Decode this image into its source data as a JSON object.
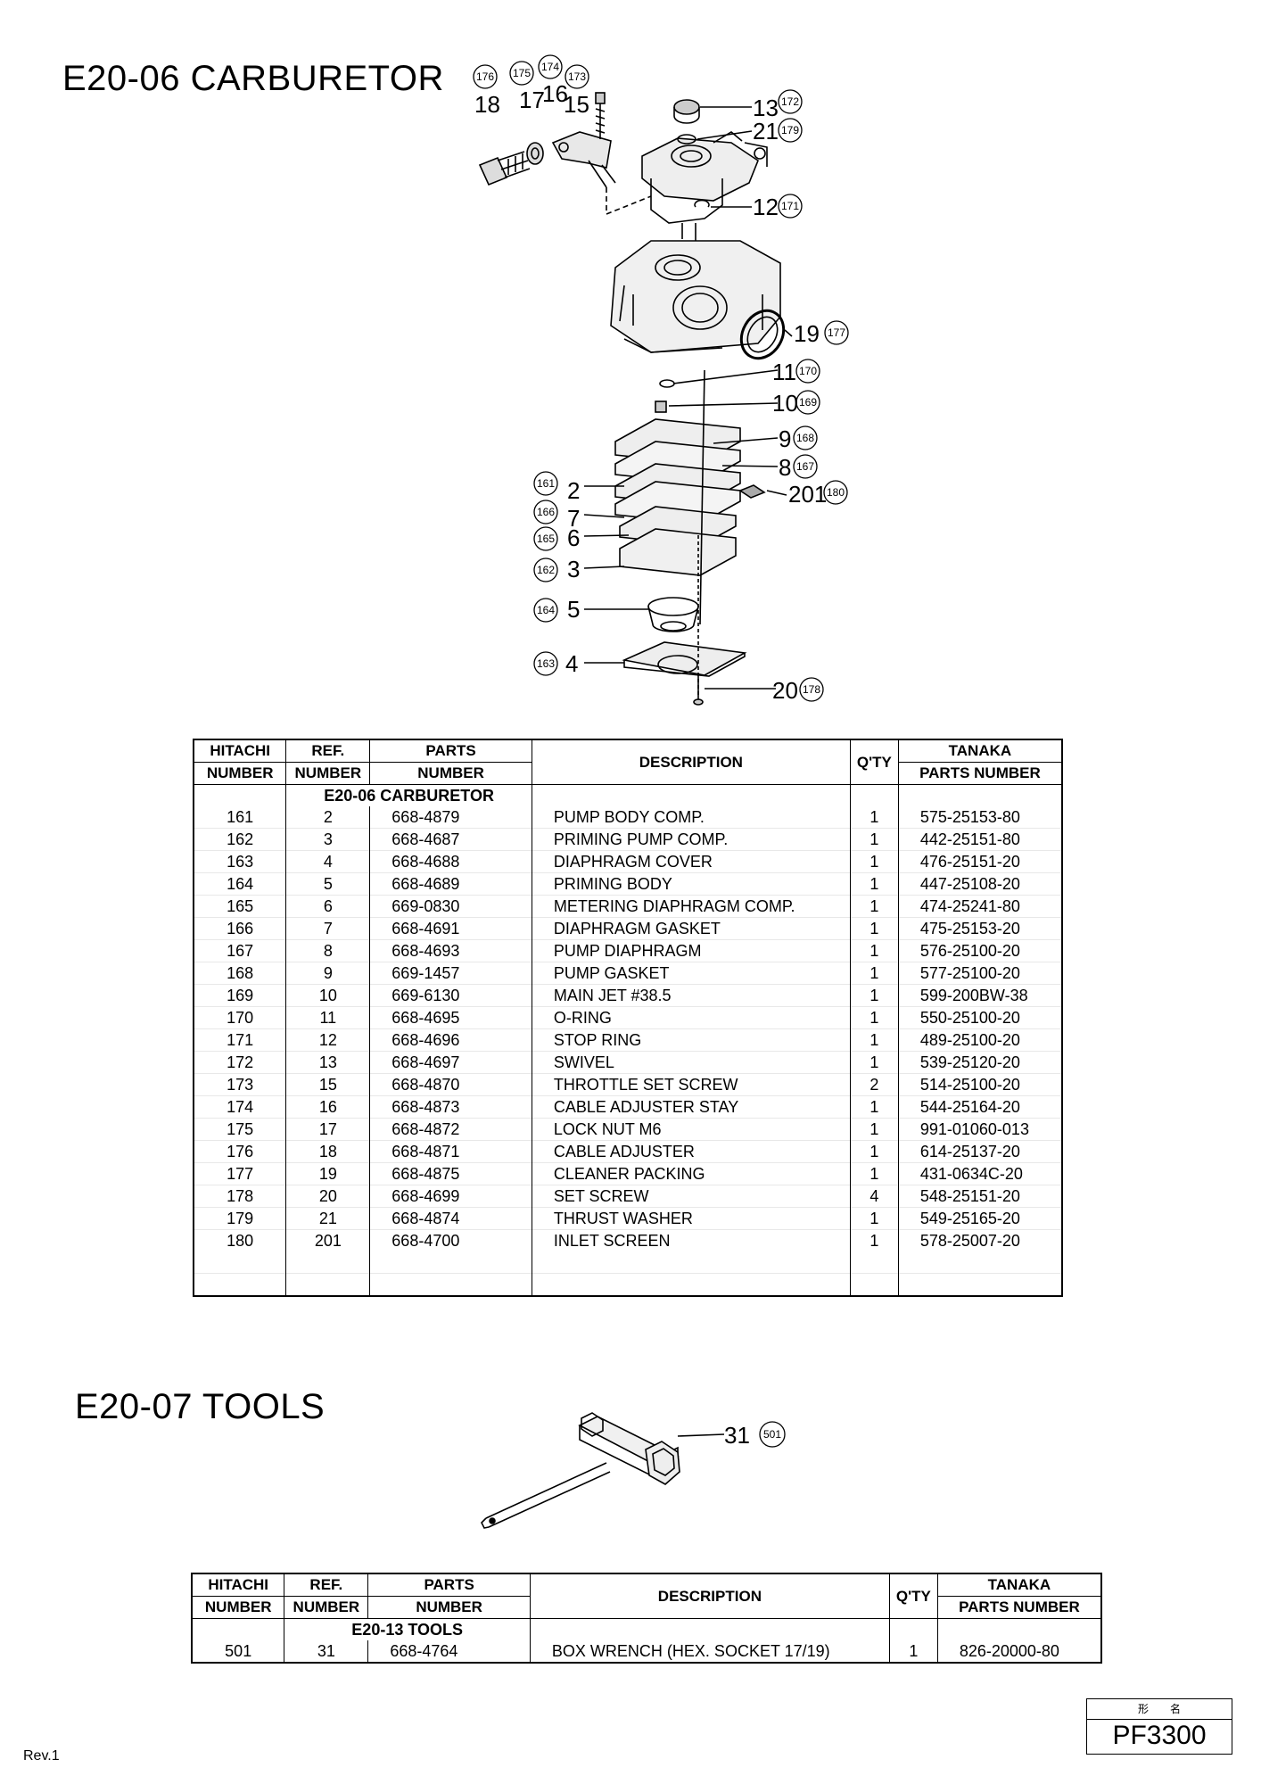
{
  "carb": {
    "title": "E20-06 CARBURETOR",
    "headers": {
      "hitachi1": "HITACHI",
      "hitachi2": "NUMBER",
      "ref1": "REF.",
      "ref2": "NUMBER",
      "parts1": "PARTS",
      "parts2": "NUMBER",
      "desc": "DESCRIPTION",
      "qty": "Q'TY",
      "tanaka1": "TANAKA",
      "tanaka2": "PARTS NUMBER"
    },
    "section": "E20-06  CARBURETOR",
    "rows": [
      [
        "161",
        "2",
        "668-4879",
        "PUMP BODY COMP.",
        "1",
        "575-25153-80"
      ],
      [
        "162",
        "3",
        "668-4687",
        "PRIMING PUMP COMP.",
        "1",
        "442-25151-80"
      ],
      [
        "163",
        "4",
        "668-4688",
        "DIAPHRAGM COVER",
        "1",
        "476-25151-20"
      ],
      [
        "164",
        "5",
        "668-4689",
        "PRIMING BODY",
        "1",
        "447-25108-20"
      ],
      [
        "165",
        "6",
        "669-0830",
        "METERING DIAPHRAGM COMP.",
        "1",
        "474-25241-80"
      ],
      [
        "166",
        "7",
        "668-4691",
        "DIAPHRAGM GASKET",
        "1",
        "475-25153-20"
      ],
      [
        "167",
        "8",
        "668-4693",
        "PUMP DIAPHRAGM",
        "1",
        "576-25100-20"
      ],
      [
        "168",
        "9",
        "669-1457",
        "PUMP GASKET",
        "1",
        "577-25100-20"
      ],
      [
        "169",
        "10",
        "669-6130",
        "MAIN JET #38.5",
        "1",
        "599-200BW-38"
      ],
      [
        "170",
        "11",
        "668-4695",
        "O-RING",
        "1",
        "550-25100-20"
      ],
      [
        "171",
        "12",
        "668-4696",
        "STOP RING",
        "1",
        "489-25100-20"
      ],
      [
        "172",
        "13",
        "668-4697",
        "SWIVEL",
        "1",
        "539-25120-20"
      ],
      [
        "173",
        "15",
        "668-4870",
        "THROTTLE SET SCREW",
        "2",
        "514-25100-20"
      ],
      [
        "174",
        "16",
        "668-4873",
        "CABLE ADJUSTER STAY",
        "1",
        "544-25164-20"
      ],
      [
        "175",
        "17",
        "668-4872",
        "LOCK NUT M6",
        "1",
        "991-01060-013"
      ],
      [
        "176",
        "18",
        "668-4871",
        "CABLE ADJUSTER",
        "1",
        "614-25137-20"
      ],
      [
        "177",
        "19",
        "668-4875",
        "CLEANER PACKING",
        "1",
        "431-0634C-20"
      ],
      [
        "178",
        "20",
        "668-4699",
        "SET SCREW",
        "4",
        "548-25151-20"
      ],
      [
        "179",
        "21",
        "668-4874",
        "THRUST WASHER",
        "1",
        "549-25165-20"
      ],
      [
        "180",
        "201",
        "668-4700",
        "INLET SCREEN",
        "1",
        "578-25007-20"
      ]
    ],
    "callouts": {
      "c176": "176",
      "c175": "175",
      "c174": "174",
      "c173": "173",
      "n18": "18",
      "n17": "17",
      "n16": "16",
      "n15": "15",
      "n13": "13",
      "c172": "172",
      "n21": "21",
      "c179": "179",
      "n12": "12",
      "c171": "171",
      "n19": "19",
      "c177": "177",
      "n11": "11",
      "c170": "170",
      "n10": "10",
      "c169": "169",
      "n9": "9",
      "c168": "168",
      "n8": "8",
      "c167": "167",
      "n201": "201",
      "c180": "180",
      "c161": "161",
      "n2": "2",
      "c166": "166",
      "n7": "7",
      "c165": "165",
      "n6": "6",
      "c162": "162",
      "n3": "3",
      "c164": "164",
      "n5": "5",
      "c163": "163",
      "n4": "4",
      "n20": "20",
      "c178": "178"
    }
  },
  "tools": {
    "title": "E20-07 TOOLS",
    "section": "E20-13  TOOLS",
    "rows": [
      [
        "501",
        "31",
        "668-4764",
        "BOX WRENCH (HEX. SOCKET 17/19)",
        "1",
        "826-20000-80"
      ]
    ],
    "callouts": {
      "n31": "31",
      "c501": "501"
    }
  },
  "footer": {
    "rev": "Rev.1",
    "model_label": "形　　名",
    "model": "PF3300"
  }
}
